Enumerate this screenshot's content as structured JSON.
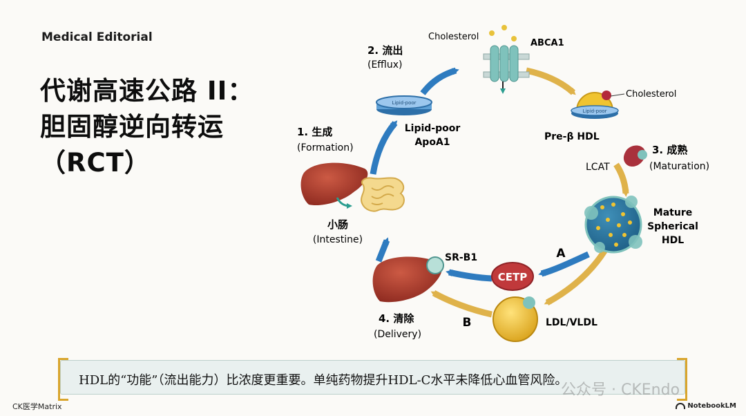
{
  "header": {
    "kicker": "Medical Editorial"
  },
  "title": {
    "line1": "代谢高速公路 II：",
    "line2": "胆固醇逆向转运",
    "line3": "（RCT）"
  },
  "diagram": {
    "steps": {
      "formation": {
        "cn": "1. 生成",
        "en": "(Formation)"
      },
      "efflux": {
        "cn": "2. 流出",
        "en": "(Efflux)"
      },
      "maturation": {
        "cn": "3. 成熟",
        "en": "(Maturation)"
      },
      "delivery": {
        "cn": "4. 清除",
        "en": "(Delivery)"
      }
    },
    "labels": {
      "intestine_cn": "小肠",
      "intestine_en": "(Intestine)",
      "lipid_poor_line1": "Lipid-poor",
      "lipid_poor_line2": "ApoA1",
      "lipid_poor_disc": "Lipid-poor",
      "cholesterol_top": "Cholesterol",
      "abca1": "ABCA1",
      "cholesterol_right": "Cholesterol",
      "pre_beta_disc": "Lipid-poor",
      "pre_beta_hdl": "Pre-β HDL",
      "lcat": "LCAT",
      "mature_line1": "Mature",
      "mature_line2": "Spherical",
      "mature_line3": "HDL",
      "path_a": "A",
      "path_b": "B",
      "cetp": "CETP",
      "sr_b1": "SR-B1",
      "ldl_vldl": "LDL/VLDL"
    },
    "colors": {
      "blue_arrow": "#2e7bbf",
      "gold_arrow": "#dfb24a",
      "liver": "#a8372a",
      "cetp": "#c0393b",
      "ldl": "#f0c431",
      "teal": "#7fc2bc"
    }
  },
  "note": {
    "text": "HDL的“功能”（流出能力）比浓度更重要。单纯药物提升HDL-C水平未降低心血管风险。"
  },
  "footer": {
    "left": "CK医学Matrix",
    "right": "NotebookLM",
    "watermark": "公众号 · CKEndo"
  }
}
